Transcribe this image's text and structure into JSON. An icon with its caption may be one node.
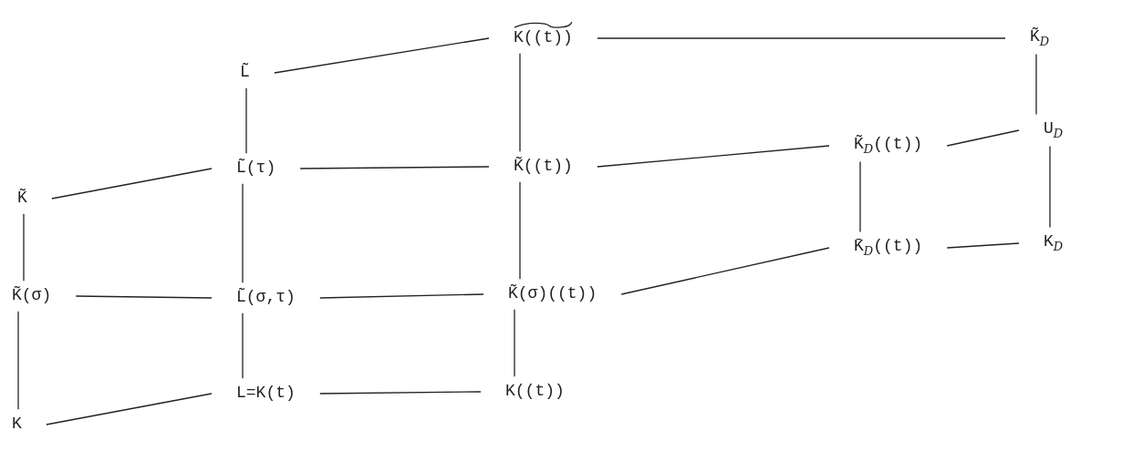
{
  "diagram": {
    "nodes": [
      {
        "text": [
          "K̃"
        ]
      },
      {
        "text": [
          "K̃(σ)"
        ]
      },
      {
        "text": [
          "K"
        ]
      },
      {
        "text": [
          "L̃"
        ]
      },
      {
        "text": [
          "L̃(τ)"
        ]
      },
      {
        "text": [
          "L̃(σ,τ)"
        ]
      },
      {
        "text": [
          "L=K(t)"
        ]
      },
      {
        "text": [
          "K((t))"
        ]
      },
      {
        "text": [
          "K̃((t))"
        ]
      },
      {
        "text": [
          "K̃(σ)((t))"
        ]
      },
      {
        "text": [
          "K((t))"
        ]
      },
      {
        "text": [
          "K̃$_{D}$((t))"
        ]
      },
      {
        "text": [
          "K̄$_{D}$((t))"
        ]
      },
      {
        "text": [
          "K̃$_{D}$"
        ]
      },
      {
        "text": [
          "U$_{D}$"
        ]
      },
      {
        "text": [
          "K$_{D}$"
        ]
      }
    ],
    "edges": [
      {
        "from": 3,
        "to": 7,
        "arrow": "none"
      },
      {
        "from": 7,
        "to": 13,
        "arrow": "none"
      },
      {
        "from": 0,
        "to": 4,
        "arrow": "none"
      },
      {
        "from": 4,
        "to": 8,
        "arrow": "none"
      },
      {
        "from": 8,
        "to": 11,
        "arrow": "none"
      },
      {
        "from": 11,
        "to": 14,
        "arrow": "none"
      },
      {
        "from": 1,
        "to": 5,
        "arrow": "none"
      },
      {
        "from": 5,
        "to": 9,
        "arrow": "none"
      },
      {
        "from": 9,
        "to": 12,
        "arrow": "none"
      },
      {
        "from": 12,
        "to": 15,
        "arrow": "none"
      },
      {
        "from": 2,
        "to": 6,
        "arrow": "none"
      },
      {
        "from": 6,
        "to": 10,
        "arrow": "none"
      },
      {
        "from": 0,
        "to": 1,
        "arrow": "none"
      },
      {
        "from": 1,
        "to": 2,
        "arrow": "none"
      },
      {
        "from": 3,
        "to": 4,
        "arrow": "none"
      },
      {
        "from": 4,
        "to": 5,
        "arrow": "none"
      },
      {
        "from": 5,
        "to": 6,
        "arrow": "none"
      },
      {
        "from": 7,
        "to": 8,
        "arrow": "none"
      },
      {
        "from": 8,
        "to": 9,
        "arrow": "none"
      },
      {
        "from": 9,
        "to": 10,
        "arrow": "none"
      },
      {
        "from": 11,
        "to": 12,
        "arrow": "none"
      },
      {
        "from": 13,
        "to": 14,
        "arrow": "none"
      },
      {
        "from": 14,
        "to": 15,
        "arrow": "none"
      }
    ]
  }
}
